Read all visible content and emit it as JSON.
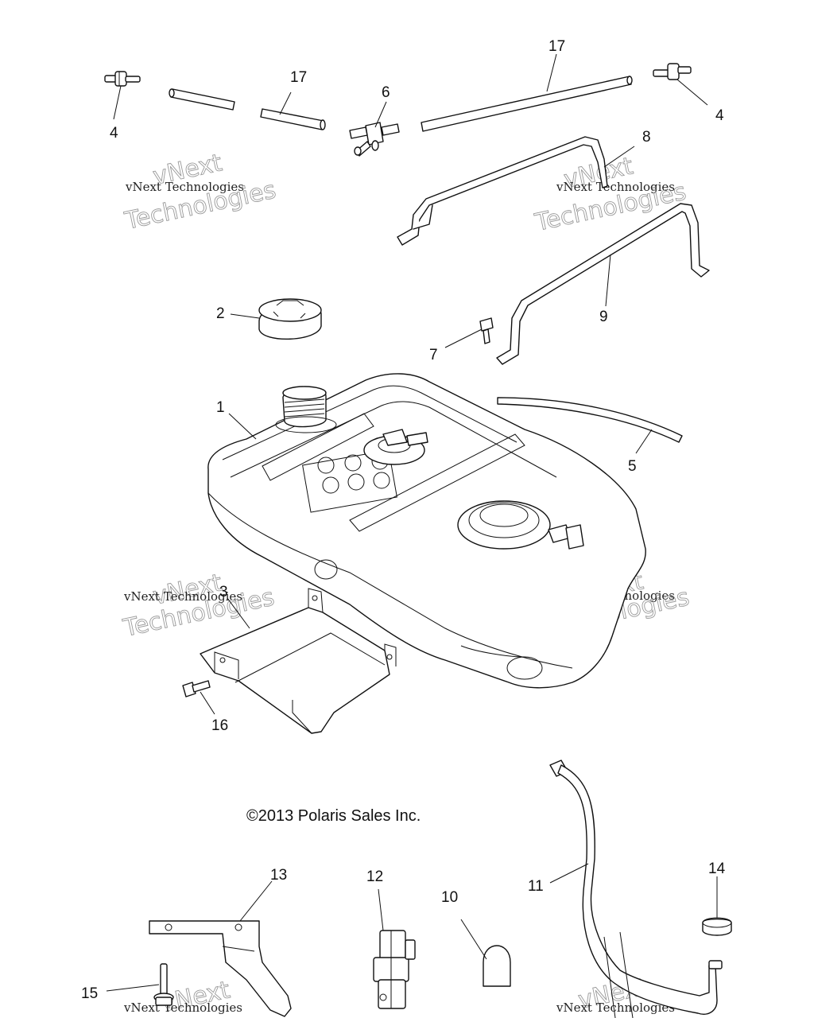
{
  "diagram": {
    "copyright": "©2013 Polaris Sales Inc.",
    "watermark": {
      "line1": "vNext Technologies",
      "line2": "vNext",
      "line3": "Technologies"
    },
    "callouts": {
      "c1": "1",
      "c2": "2",
      "c3": "3",
      "c4a": "4",
      "c4b": "4",
      "c5": "5",
      "c6": "6",
      "c7": "7",
      "c8": "8",
      "c9": "9",
      "c10": "10",
      "c11": "11",
      "c12": "12",
      "c13": "13",
      "c14": "14",
      "c15": "15",
      "c16": "16",
      "c17a": "17",
      "c17b": "17"
    }
  }
}
